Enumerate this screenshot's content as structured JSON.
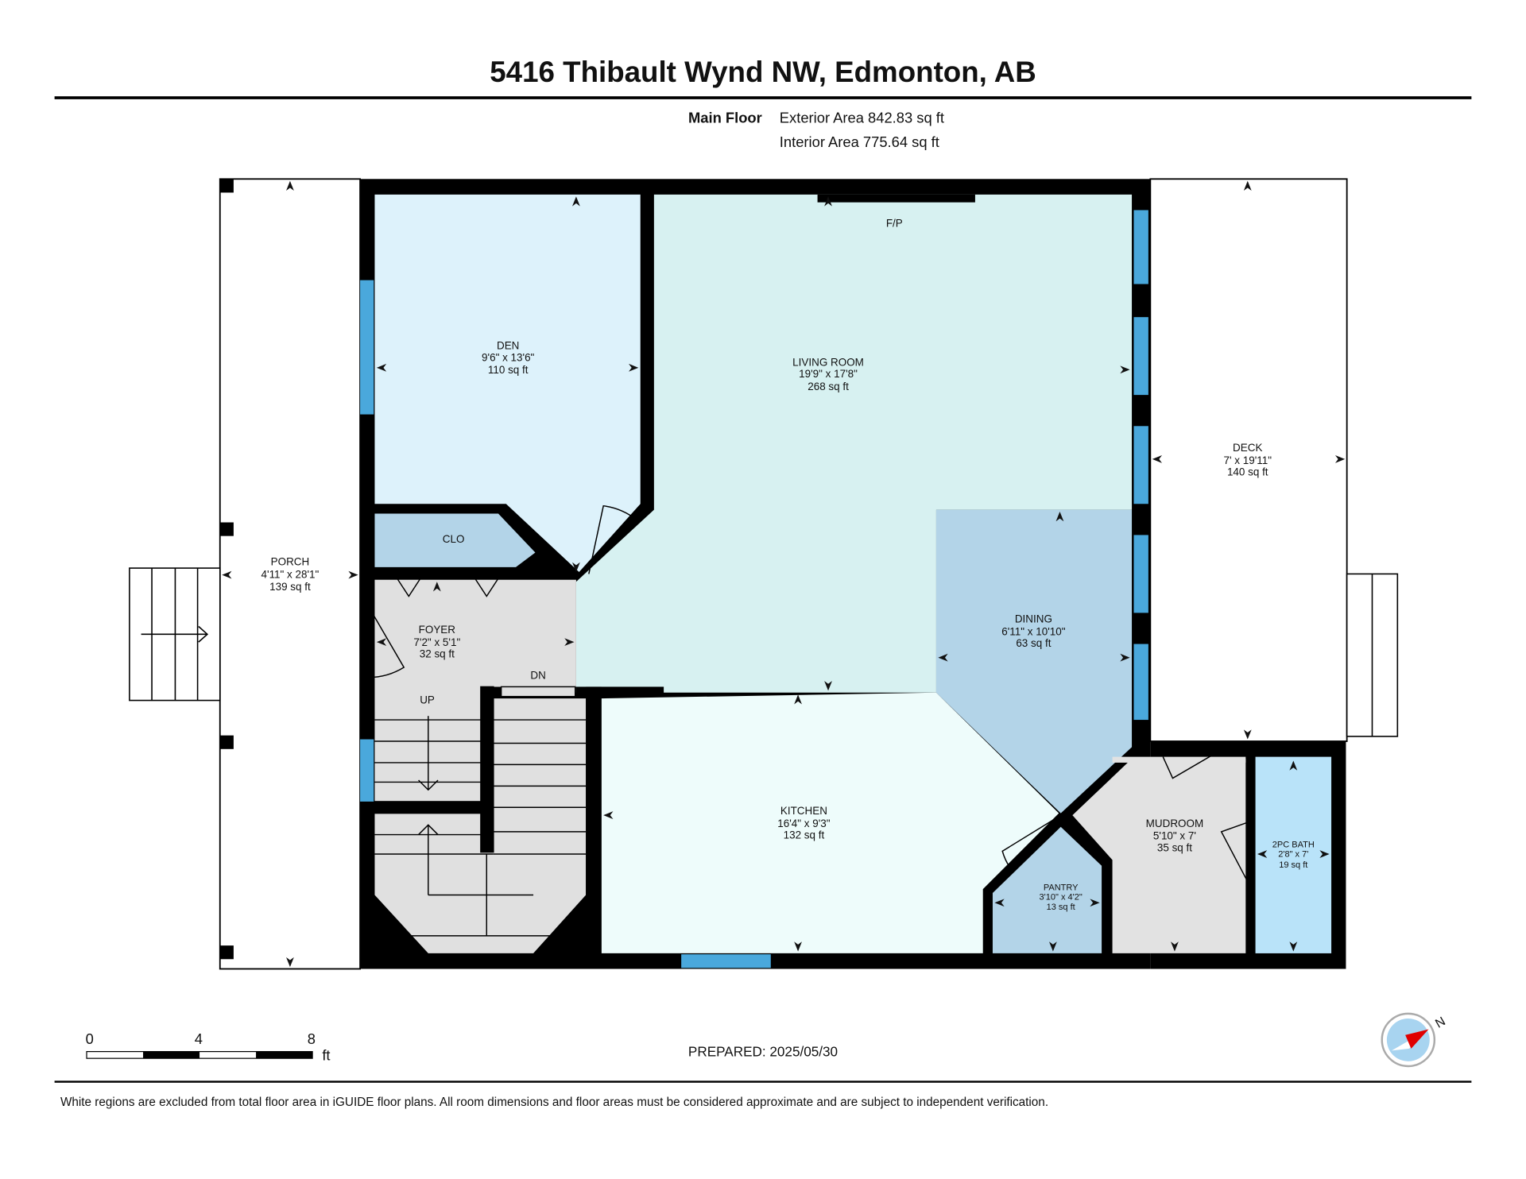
{
  "title": "5416 Thibault Wynd NW, Edmonton, AB",
  "floor": {
    "name": "Main Floor",
    "exterior_area": "Exterior Area 842.83 sq ft",
    "interior_area": "Interior Area 775.64 sq ft"
  },
  "rooms": {
    "den": {
      "name": "DEN",
      "dims": "9'6\" x 13'6\"",
      "area": "110 sq ft"
    },
    "living": {
      "name": "LIVING ROOM",
      "dims": "19'9\" x 17'8\"",
      "area": "268 sq ft"
    },
    "deck": {
      "name": "DECK",
      "dims": "7' x 19'11\"",
      "area": "140 sq ft"
    },
    "porch": {
      "name": "PORCH",
      "dims": "4'11\" x 28'1\"",
      "area": "139 sq ft"
    },
    "clo": {
      "name": "CLO"
    },
    "foyer": {
      "name": "FOYER",
      "dims": "7'2\" x 5'1\"",
      "area": "32 sq ft"
    },
    "dining": {
      "name": "DINING",
      "dims": "6'11\" x 10'10\"",
      "area": "63 sq ft"
    },
    "kitchen": {
      "name": "KITCHEN",
      "dims": "16'4\" x 9'3\"",
      "area": "132 sq ft"
    },
    "mudroom": {
      "name": "MUDROOM",
      "dims": "5'10\" x 7'",
      "area": "35 sq ft"
    },
    "pantry": {
      "name": "PANTRY",
      "dims": "3'10\" x 4'2\"",
      "area": "13 sq ft"
    },
    "bath": {
      "name": "2PC BATH",
      "dims": "2'8\" x 7'",
      "area": "19 sq ft"
    }
  },
  "labels": {
    "fp": "F/P",
    "up": "UP",
    "dn": "DN"
  },
  "scale": {
    "ticks": [
      "0",
      "4",
      "8"
    ],
    "unit": "ft"
  },
  "compass": {
    "label": "N"
  },
  "prepared": "PREPARED: 2025/05/30",
  "disclaimer": "White regions are excluded from total floor area in iGUIDE floor plans. All room dimensions and floor areas must be considered approximate and are subject to independent verification.",
  "colors": {
    "wall": "#000000",
    "window": "#4aa8dc",
    "den": "#ddf2fb",
    "living": "#d7f1f1",
    "dining": "#b3d4e8",
    "kitchen": "#eefcfb",
    "grey": "#e0e0e0",
    "bath": "#b9e3f9",
    "compass_red": "#e00000"
  }
}
